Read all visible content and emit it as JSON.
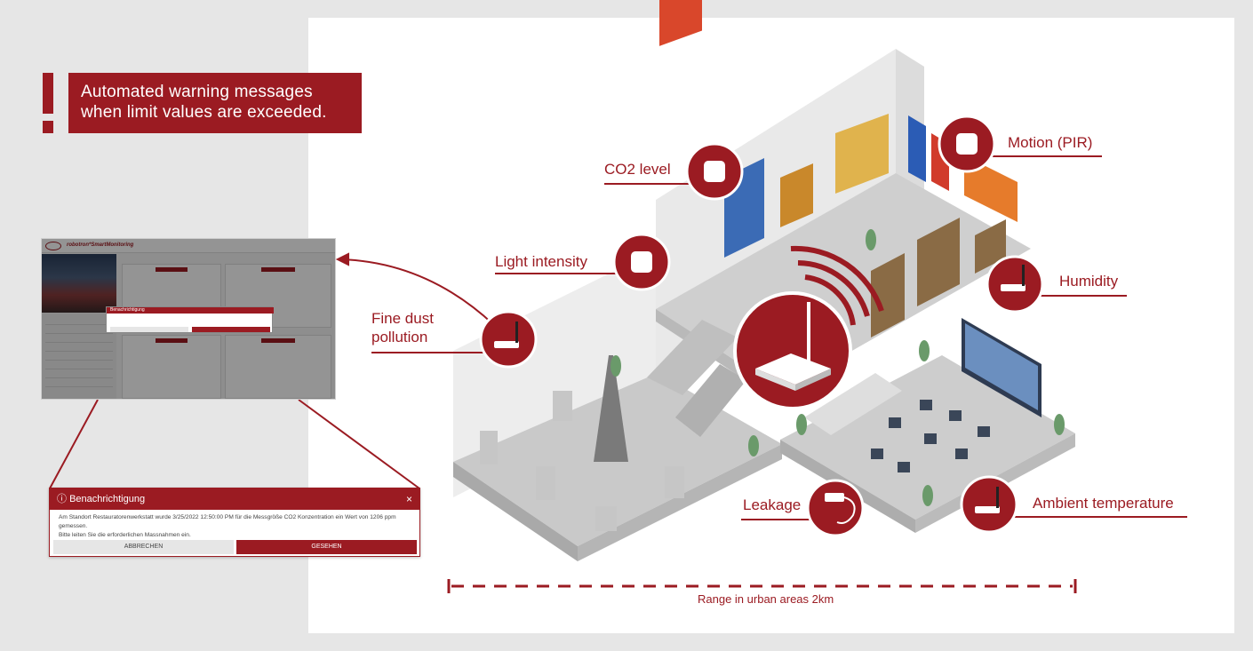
{
  "warning": {
    "line1": "Automated warning messages",
    "line2": "when limit values are exceeded."
  },
  "mini_app": {
    "brand": "robotron*SmartMonitoring",
    "dialog_title": "Benachrichtigung"
  },
  "dialog": {
    "title": "Benachrichtigung",
    "close": "×",
    "body_line1": "Am Standort Restauratorenwerkstatt wurde 3/25/2022 12:50:00 PM für die Messgröße CO2 Konzentration ein Wert von 1206 ppm gemessen.",
    "body_line2": "Bitte leiten Sie die erforderlichen Massnahmen ein.",
    "cancel_label": "ABBRECHEN",
    "seen_label": "GESEHEN"
  },
  "sensors": {
    "co2": "CO2 level",
    "motion": "Motion (PIR)",
    "light": "Light intensity",
    "humidity": "Humidity",
    "dust_line1": "Fine dust",
    "dust_line2": "pollution",
    "leakage": "Leakage",
    "temperature": "Ambient temperature"
  },
  "range_label": "Range in urban areas 2km",
  "colors": {
    "brand": "#9b1b22",
    "background": "#e6e6e6",
    "canvas": "#ffffff"
  },
  "icons": [
    "warning-exclamation-icon",
    "sensor-icon",
    "gateway-icon",
    "leak-sensor-icon",
    "signal-waves-icon"
  ]
}
